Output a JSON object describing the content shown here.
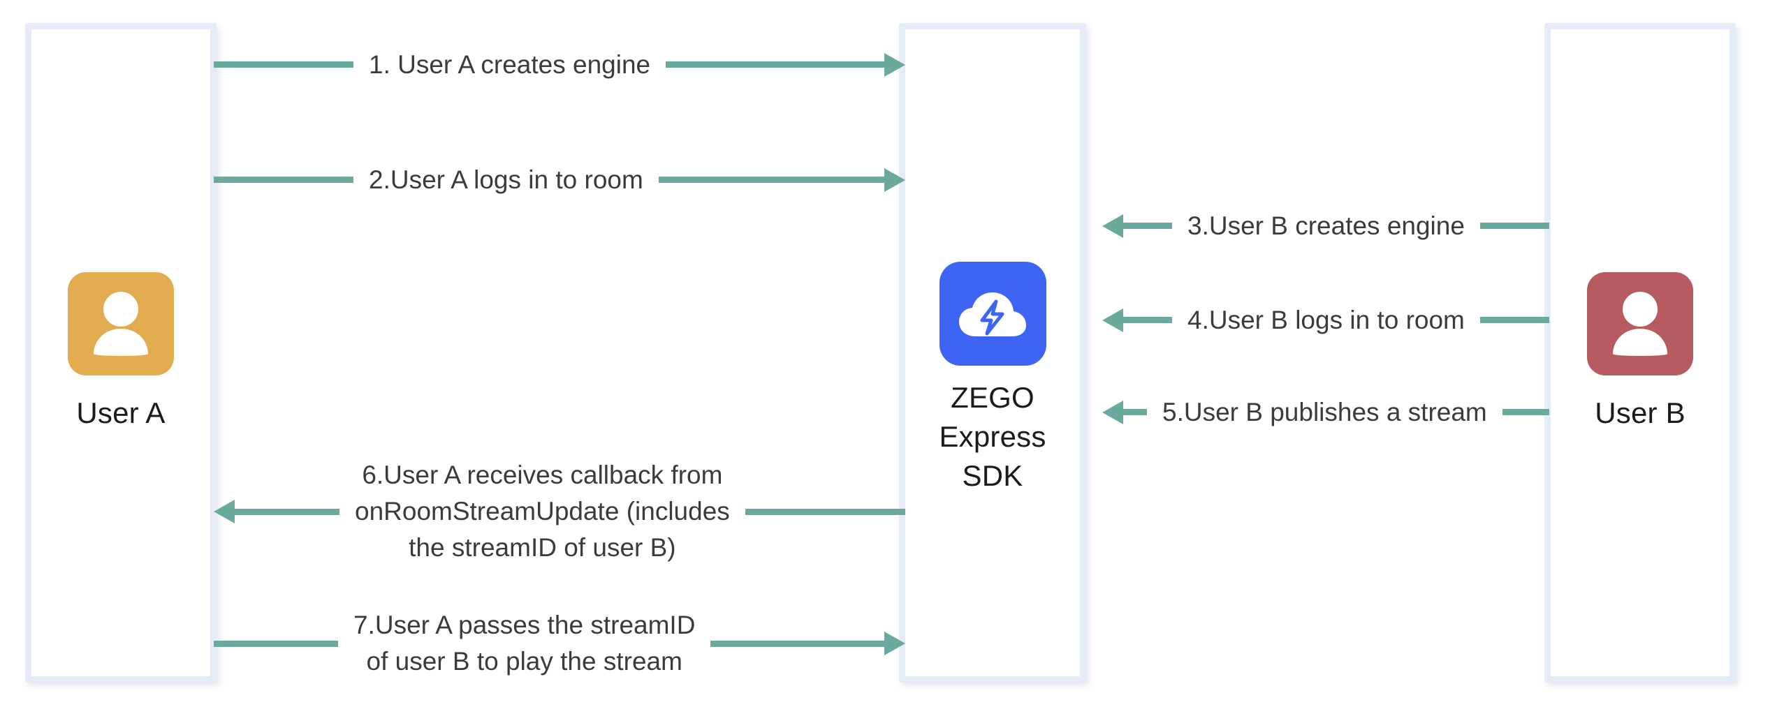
{
  "diagram": {
    "title": "ZEGO Express SDK publish-and-play flow",
    "colors": {
      "lifeline_border": "#e6ebfa",
      "arrow": "#6aaa9c",
      "user_a_avatar": "#e2ab4f",
      "user_b_avatar": "#b75b60",
      "sdk_logo": "#3d64f4",
      "label_text": "#3b3b3b",
      "caption_text": "#1b1b1b",
      "background": "#ffffff"
    }
  },
  "actors": [
    {
      "id": "user-a",
      "caption": "User A",
      "avatar_icon": "user-avatar-icon",
      "avatar_color": "#e2ab4f"
    },
    {
      "id": "zego-express-sdk",
      "caption": "ZEGO\nExpress\nSDK",
      "avatar_icon": "zego-cloud-lightning-logo",
      "avatar_color": "#3d64f4"
    },
    {
      "id": "user-b",
      "caption": "User B",
      "avatar_icon": "user-avatar-icon",
      "avatar_color": "#b75b60"
    }
  ],
  "messages": [
    {
      "step": 1,
      "label": "1. User A creates engine",
      "from": "user-a",
      "to": "zego-express-sdk",
      "direction": "right"
    },
    {
      "step": 2,
      "label": "2.User A logs in to room",
      "from": "user-a",
      "to": "zego-express-sdk",
      "direction": "right"
    },
    {
      "step": 3,
      "label": "3.User B creates engine",
      "from": "user-b",
      "to": "zego-express-sdk",
      "direction": "left"
    },
    {
      "step": 4,
      "label": "4.User B logs in to room",
      "from": "user-b",
      "to": "zego-express-sdk",
      "direction": "left"
    },
    {
      "step": 5,
      "label": "5.User B publishes a stream",
      "from": "user-b",
      "to": "zego-express-sdk",
      "direction": "left"
    },
    {
      "step": 6,
      "label": "6.User A receives callback from\nonRoomStreamUpdate (includes\nthe streamID of user B)",
      "from": "zego-express-sdk",
      "to": "user-a",
      "direction": "left"
    },
    {
      "step": 7,
      "label": "7.User A passes the streamID\nof user B to play the stream",
      "from": "user-a",
      "to": "zego-express-sdk",
      "direction": "right"
    }
  ]
}
